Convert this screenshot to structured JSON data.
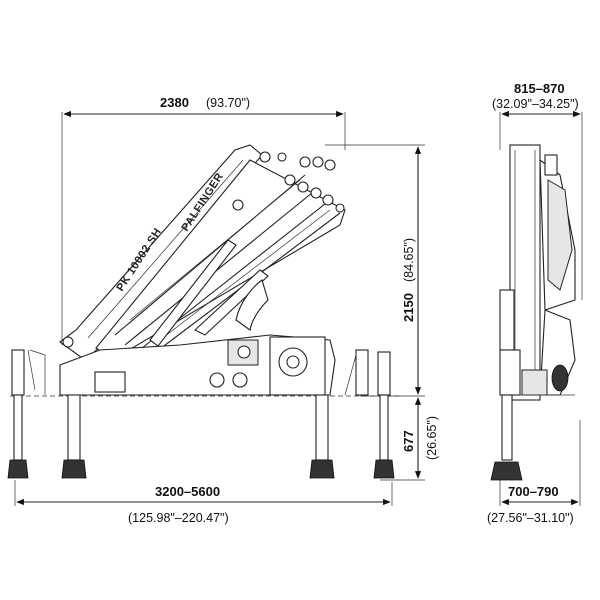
{
  "drawing": {
    "crane_model_label": "PK 10002 SH",
    "brand_label": "PALFINGER",
    "dimensions": {
      "reach_width_mm": "2380",
      "reach_width_in": "(93.70\")",
      "height_mm": "2150",
      "height_in": "(84.65\")",
      "below_base_mm": "677",
      "below_base_in": "(26.65\")",
      "outrigger_span_mm": "3200–5600",
      "outrigger_span_in": "(125.98\"–220.47\")",
      "top_width_mm": "815–870",
      "top_width_in": "(32.09\"–34.25\")",
      "base_width_mm": "700–790",
      "base_width_in": "(27.56\"–31.10\")"
    }
  }
}
